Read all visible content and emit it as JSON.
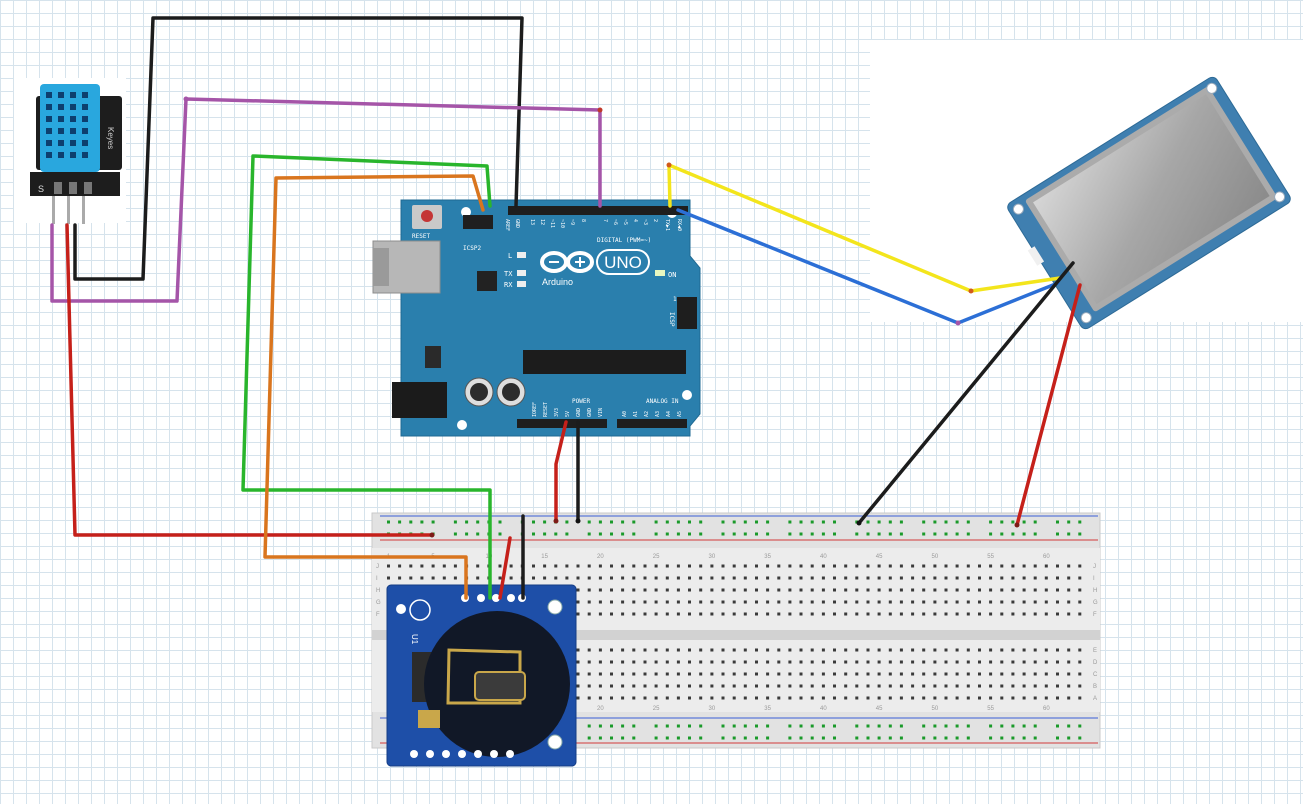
{
  "dht": {
    "brand": "Keyes",
    "pin_label": "S"
  },
  "arduino": {
    "board": "UNO",
    "brand": "Arduino",
    "reset": "RESET",
    "icsp2": "ICSP2",
    "icsp": "ICSP",
    "on": "ON",
    "led_l": "L",
    "tx": "TX",
    "rx": "RX",
    "digital": "DIGITAL (PWM=~)",
    "power": "POWER",
    "analog": "ANALOG IN",
    "top_pins": [
      "AREF",
      "GND",
      "13",
      "12",
      "~11",
      "~10",
      "~9",
      "8",
      "7",
      "~6",
      "~5",
      "4",
      "~3",
      "2",
      "TX▶1",
      "RX◀0"
    ],
    "power_pins": [
      "IOREF",
      "RESET",
      "3V3",
      "5V",
      "GND",
      "GND",
      "VIN"
    ],
    "analog_pins": [
      "A0",
      "A1",
      "A2",
      "A3",
      "A4",
      "A5"
    ],
    "icsp_one": "1"
  },
  "breadboard": {
    "numbers": [
      "1",
      "5",
      "10",
      "15",
      "20",
      "25",
      "30",
      "35",
      "40",
      "45",
      "50",
      "55",
      "60"
    ],
    "rows_top": [
      "J",
      "I",
      "H",
      "G",
      "F"
    ],
    "rows_bottom": [
      "E",
      "D",
      "C",
      "B",
      "A"
    ]
  },
  "rtc": {
    "u_label": "U1"
  },
  "colors": {
    "board_blue": "#2a7fad",
    "wire_black": "#1c1c1c",
    "wire_red": "#c5201a",
    "wire_purple": "#a555a8",
    "wire_green": "#29b52c",
    "wire_orange": "#d9751e",
    "wire_yellow": "#f3e51c",
    "wire_blue": "#2c6fd6"
  }
}
